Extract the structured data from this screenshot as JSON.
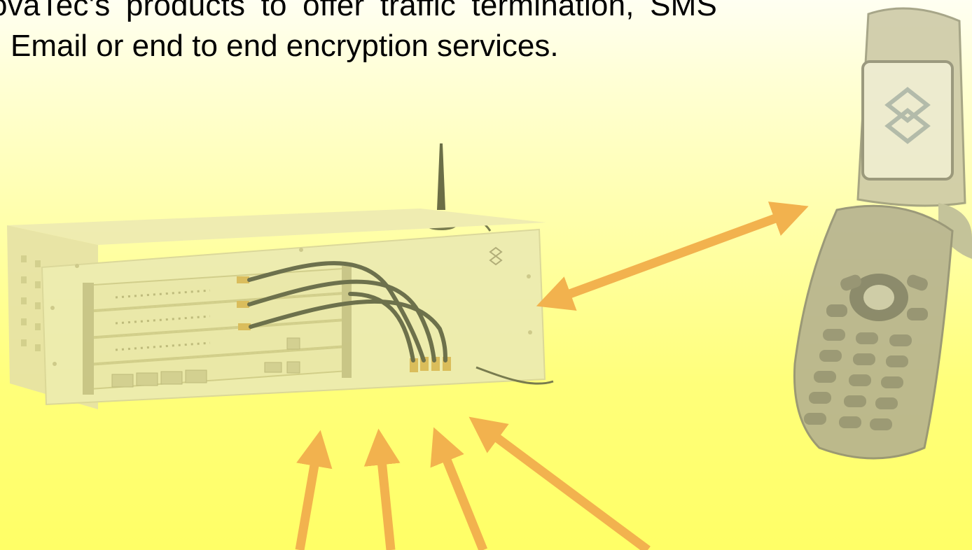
{
  "slide": {
    "body_text": {
      "line1": "ovaTec's products to offer traffic termination, SMS",
      "line2": "Email or end to end encryption services."
    },
    "colors": {
      "background_top": "#fffff2",
      "background_bottom": "#ffff66",
      "arrow": "#f2b24e",
      "text": "#000000"
    },
    "illustrations": [
      "gateway-device-icon",
      "antenna-icon",
      "flip-phone-icon"
    ],
    "arrows": 5
  }
}
